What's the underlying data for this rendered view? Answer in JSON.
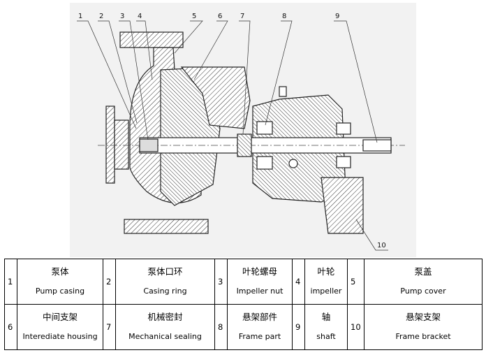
{
  "drawing": {
    "callouts": [
      "1",
      "2",
      "3",
      "4",
      "5",
      "6",
      "7",
      "8",
      "9",
      "10"
    ]
  },
  "parts": [
    [
      {
        "num": "1",
        "cn": "泵体",
        "en": "Pump casing"
      },
      {
        "num": "2",
        "cn": "泵体口环",
        "en": "Casing ring"
      },
      {
        "num": "3",
        "cn": "叶轮螺母",
        "en": "Impeller nut"
      },
      {
        "num": "4",
        "cn": "叶轮",
        "en": "impeller"
      },
      {
        "num": "5",
        "cn": "泵盖",
        "en": "Pump cover"
      }
    ],
    [
      {
        "num": "6",
        "cn": "中间支架",
        "en": "Interediate housing"
      },
      {
        "num": "7",
        "cn": "机械密封",
        "en": "Mechanical sealing"
      },
      {
        "num": "8",
        "cn": "悬架部件",
        "en": "Frame part"
      },
      {
        "num": "9",
        "cn": "轴",
        "en": "shaft"
      },
      {
        "num": "10",
        "cn": "悬架支架",
        "en": "Frame bracket"
      }
    ]
  ]
}
